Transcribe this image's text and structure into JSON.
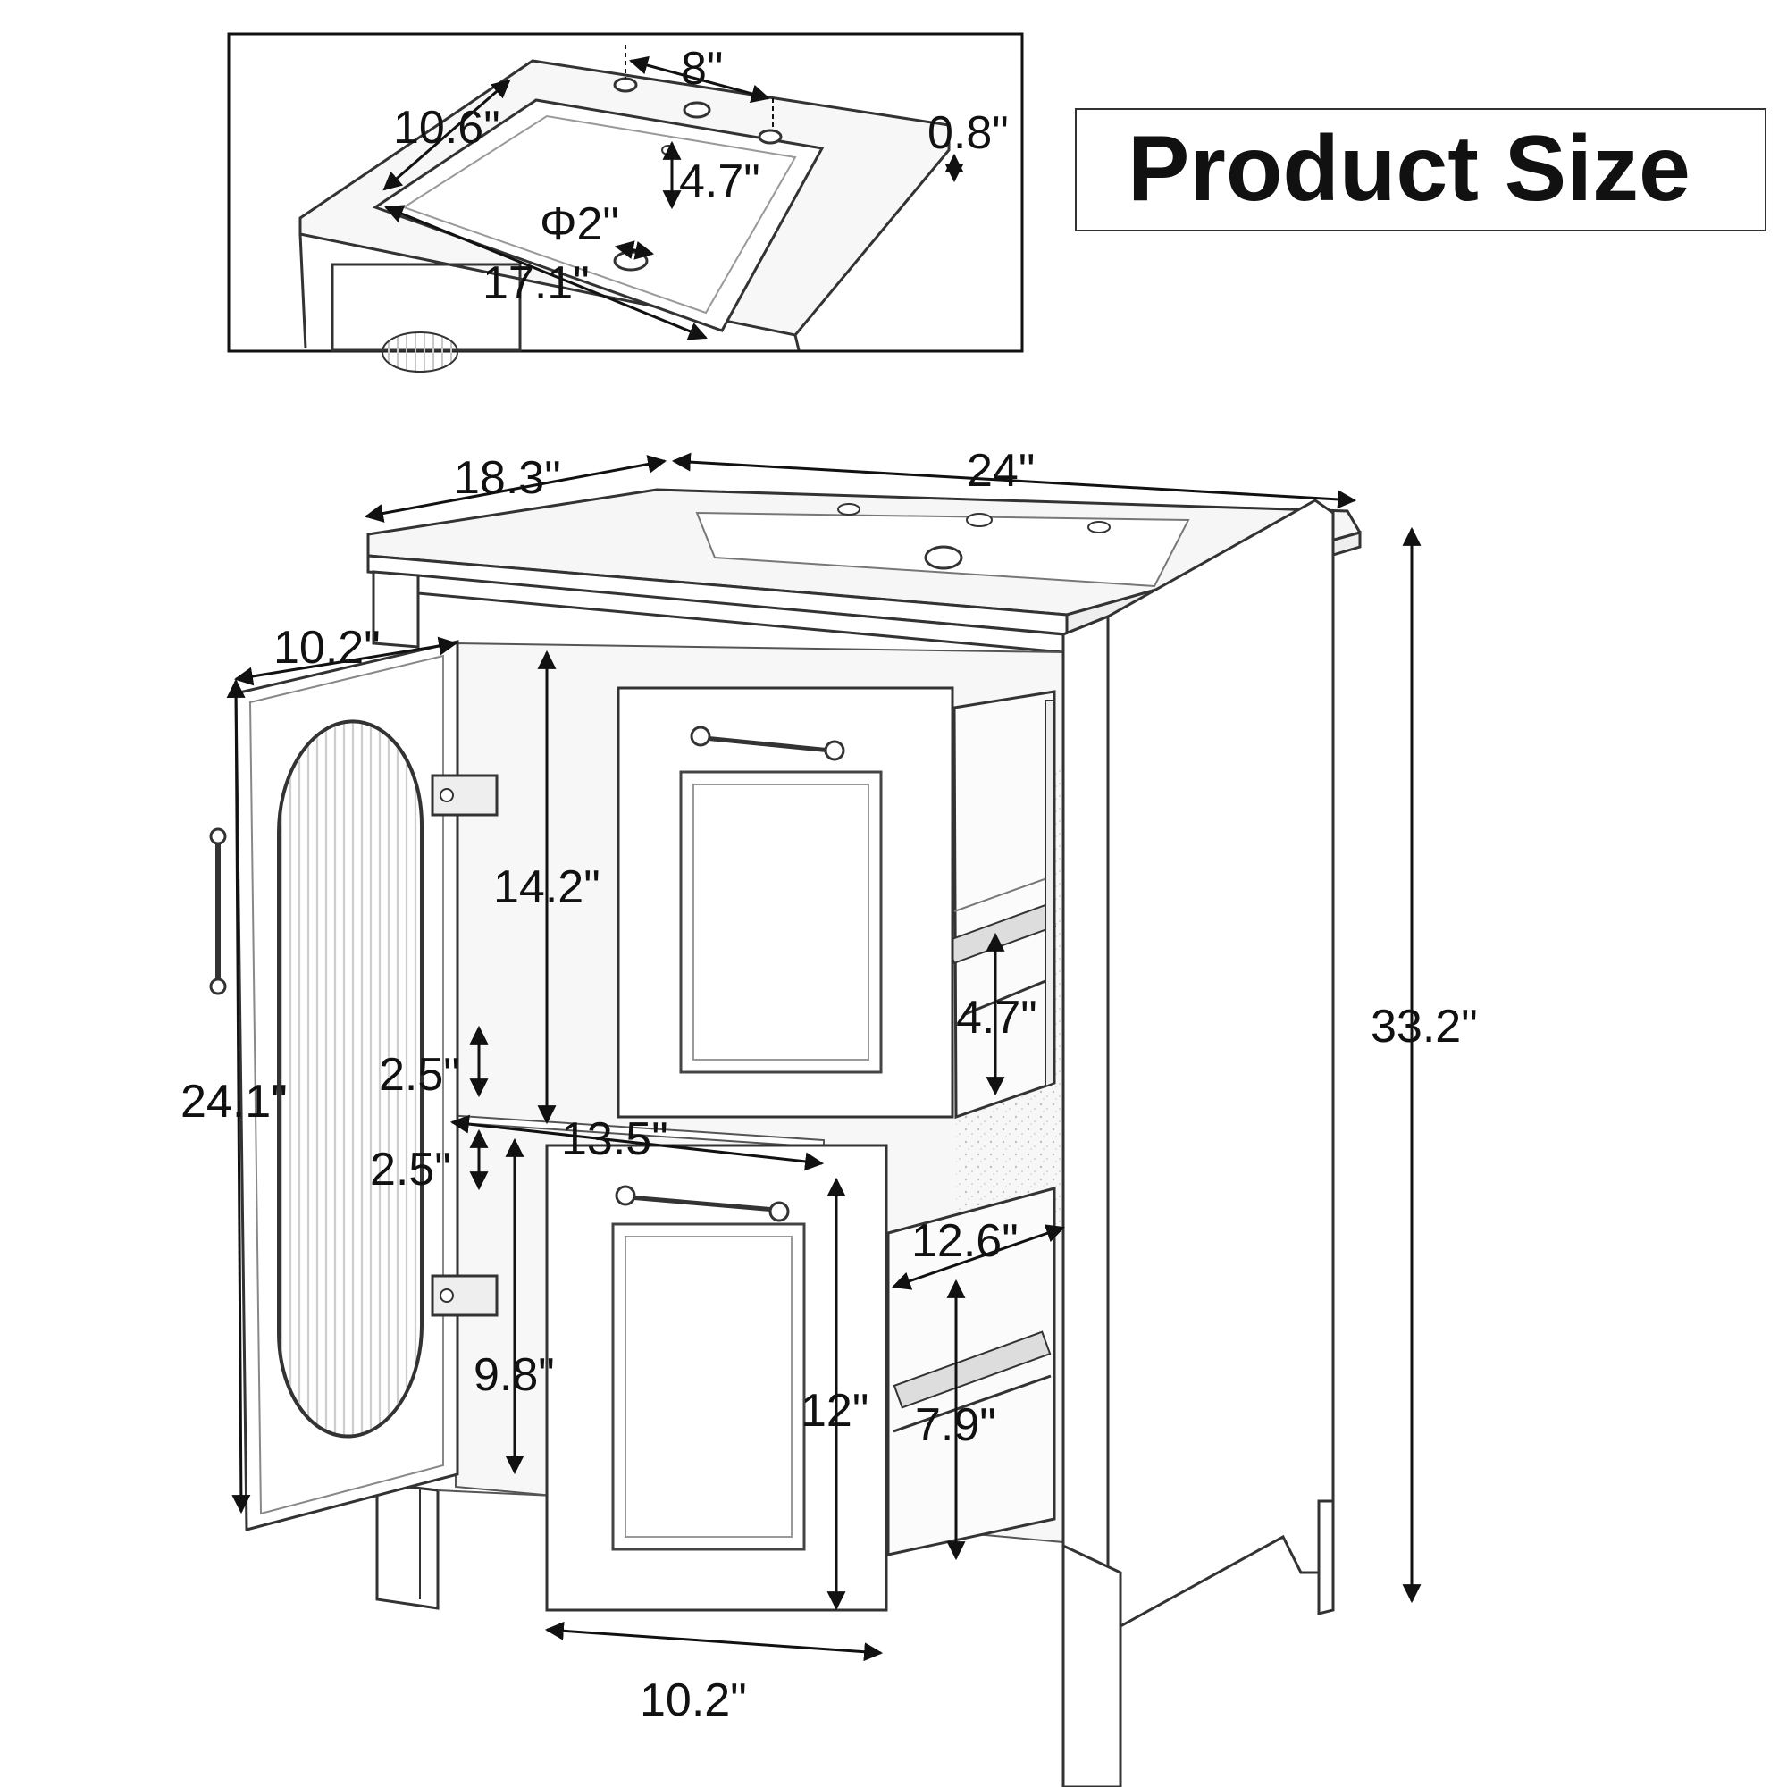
{
  "title": "Product Size",
  "colors": {
    "line": "#111111",
    "light_line": "#555555",
    "background": "#ffffff",
    "panel": "#f4f4f4"
  },
  "inset": {
    "faucet_spacing": "8\"",
    "basin_depth": "10.6\"",
    "top_thickness": "0.8\"",
    "faucet_to_basin": "4.7\"",
    "drain_diameter": "Φ2\"",
    "basin_width": "17.1\""
  },
  "main": {
    "depth": "18.3\"",
    "width": "24\"",
    "total_height": "33.2\"",
    "door_width": "10.2\"",
    "door_height": "24.1\"",
    "cabinet_upper_height": "14.2\"",
    "shelf_gap_upper": "2.5\"",
    "shelf_gap_lower": "2.5\"",
    "inner_width": "13.5\"",
    "upper_drawer_height": "4.7\"",
    "drawer_depth": "12.6\"",
    "lower_cabinet_height": "9.8\"",
    "lower_drawer_front_height": "12\"",
    "lower_drawer_inner_height": "7.9\"",
    "drawer_front_width": "10.2\""
  }
}
